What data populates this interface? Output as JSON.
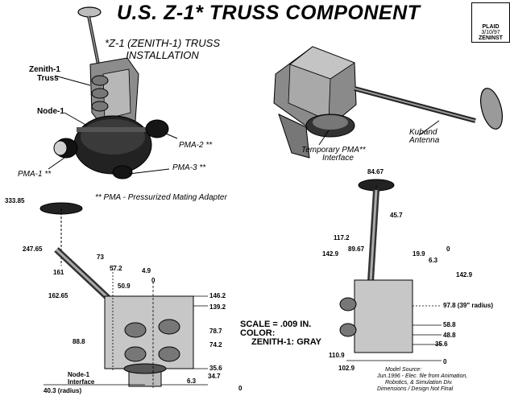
{
  "header": {
    "title": "U.S. Z-1* TRUSS COMPONENT",
    "subtitle_line1": "*Z-1 (ZENITH-1) TRUSS",
    "subtitle_line2": "INSTALLATION"
  },
  "badge": {
    "org": "PLAID",
    "date": "3/10/97",
    "id": "ZENINST"
  },
  "labels": {
    "zenith_truss_1": "Zenith-1",
    "zenith_truss_2": "Truss",
    "node1": "Node-1",
    "pma1": "PMA-1 **",
    "pma2": "PMA-2 **",
    "pma3": "PMA-3 **",
    "pma_note": "** PMA - Pressurized Mating Adapter",
    "temp_pma_1": "Temporary PMA**",
    "temp_pma_2": "Interface",
    "kuband_1": "Kuband",
    "kuband_2": "Antenna",
    "node1_interface_1": "Node-1",
    "node1_interface_2": "Interface"
  },
  "scale": {
    "line1": "SCALE = .009 IN.",
    "line2": "COLOR:",
    "line3": "ZENITH-1: GRAY"
  },
  "source_note": {
    "line1": "Model Source:",
    "line2": "Jun.1996 - Elec. file from Animation,",
    "line3": "Robotics, & Simulation Div.",
    "line4": "Dimensions / Design Not Final"
  },
  "dims_left": {
    "d333": "333.85",
    "d247": "247.65",
    "d161": "161",
    "d162": "162.65",
    "d73": "73",
    "d57": "57.2",
    "d50": "50.9",
    "d49": "4.9",
    "d0top": "0",
    "d146": "146.2",
    "d139": "139.2",
    "d787": "78.7",
    "d742": "74.2",
    "d888": "88.8",
    "d356": "35.6",
    "d347": "34.7",
    "d63": "6.3",
    "d0bot": "0",
    "d403": "40.3 (radius)"
  },
  "dims_right": {
    "d8467": "84.67",
    "d457": "45.7",
    "d1172": "117.2",
    "d1429l": "142.9",
    "d8967": "89.67",
    "d199": "19.9",
    "d0": "0",
    "d63": "6.3",
    "d1429r": "142.9",
    "d978": "97.8  (39\" radius)",
    "d588": "58.8",
    "d488": "48.8",
    "d356": "35.6",
    "d1109": "110.9",
    "d1029": "102.9",
    "d0bot": "0"
  }
}
